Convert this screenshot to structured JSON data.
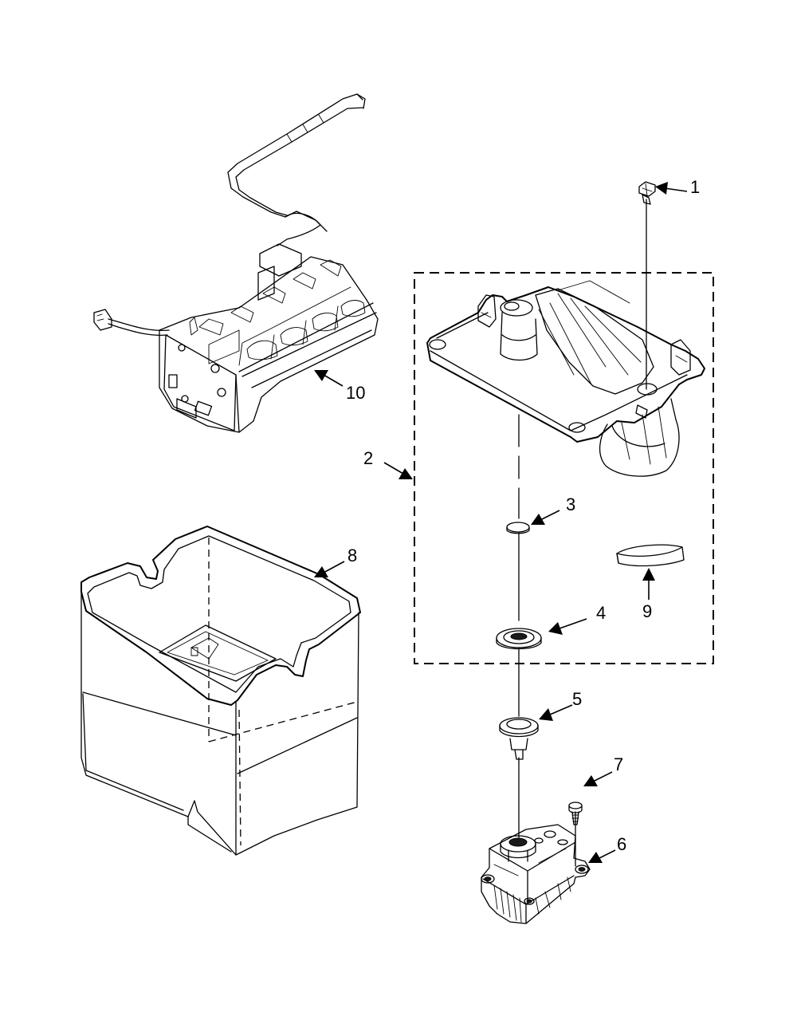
{
  "callouts": [
    {
      "id": "1",
      "label": "1"
    },
    {
      "id": "2",
      "label": "2"
    },
    {
      "id": "3",
      "label": "3"
    },
    {
      "id": "4",
      "label": "4"
    },
    {
      "id": "5",
      "label": "5"
    },
    {
      "id": "6",
      "label": "6"
    },
    {
      "id": "7",
      "label": "7"
    },
    {
      "id": "8",
      "label": "8"
    },
    {
      "id": "9",
      "label": "9"
    },
    {
      "id": "10",
      "label": "10"
    }
  ],
  "colors": {
    "ink": "#000000",
    "background": "#ffffff"
  }
}
